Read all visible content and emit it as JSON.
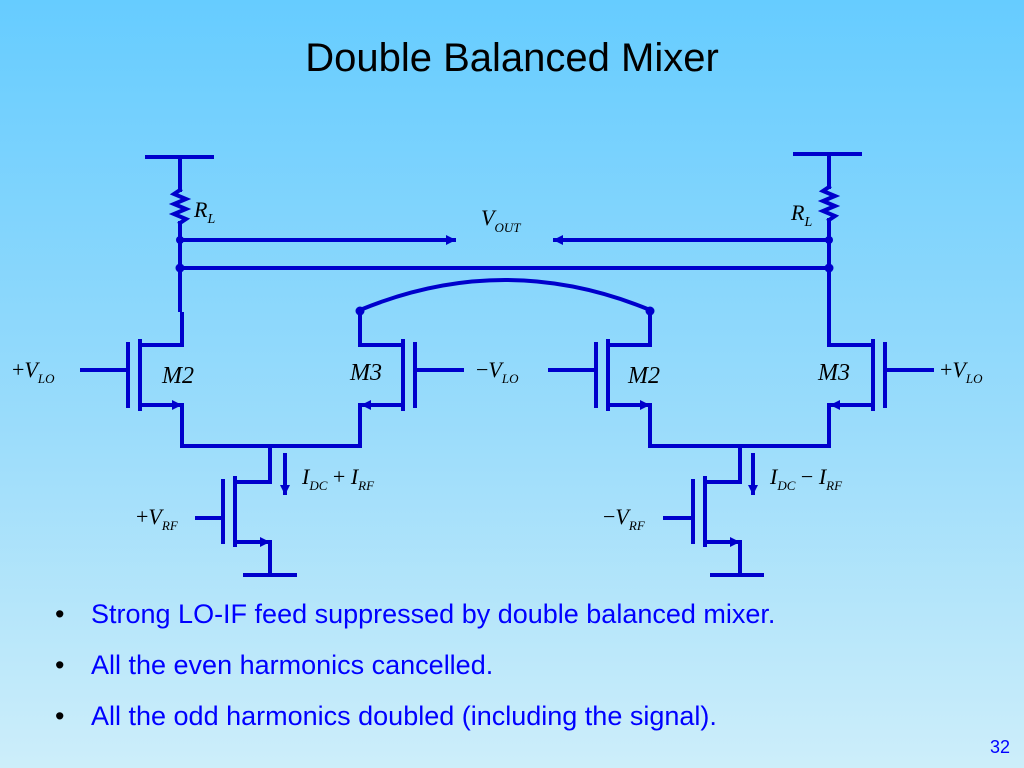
{
  "slide": {
    "title": "Double Balanced Mixer",
    "page_number": "32"
  },
  "circuit": {
    "labels": {
      "rl_left": "R",
      "rl_left_sub": "L",
      "rl_right": "R",
      "rl_right_sub": "L",
      "vout": "V",
      "vout_sub": "OUT",
      "m2_left": "M2",
      "m3_left": "M3",
      "m2_right": "M2",
      "m3_right": "M3",
      "vlo_pos_left_sign": "+",
      "vlo_pos_left": "V",
      "vlo_pos_left_sub": "LO",
      "vlo_neg_sign": "−",
      "vlo_neg": "V",
      "vlo_neg_sub": "LO",
      "vlo_pos_right_sign": "+",
      "vlo_pos_right": "V",
      "vlo_pos_right_sub": "LO",
      "idc_left": "I",
      "idc_left_sub": "DC",
      "idc_left_op": " + ",
      "irf_left": "I",
      "irf_left_sub": "RF",
      "idc_right": "I",
      "idc_right_sub": "DC",
      "idc_right_op": " − ",
      "irf_right": "I",
      "irf_right_sub": "RF",
      "vrf_pos_sign": "+",
      "vrf_pos": "V",
      "vrf_pos_sub": "RF",
      "vrf_neg_sign": "−",
      "vrf_neg": "V",
      "vrf_neg_sub": "RF"
    },
    "wire_color": "#0000cc"
  },
  "bullets": [
    "Strong LO-IF feed suppressed by double balanced mixer.",
    "All the even harmonics cancelled.",
    "All the odd harmonics  doubled (including the signal)."
  ],
  "bullet_glyph": "•"
}
